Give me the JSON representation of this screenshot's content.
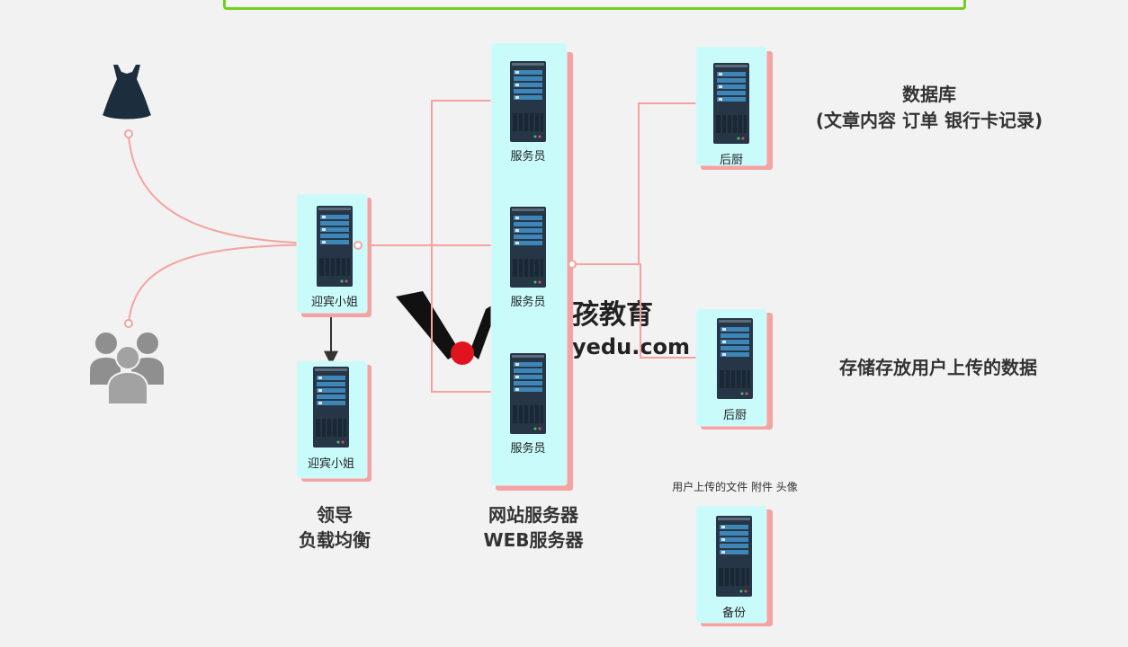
{
  "nodes": {
    "lb1": {
      "label": "迎宾小姐"
    },
    "lb2": {
      "label": "迎宾小姐"
    },
    "web1": {
      "label": "服务员"
    },
    "web2": {
      "label": "服务员"
    },
    "web3": {
      "label": "服务员"
    },
    "back1": {
      "label": "后厨"
    },
    "back2": {
      "label": "后厨"
    },
    "backup": {
      "label": "备份"
    }
  },
  "annotations": {
    "lb_caption_1": "领导",
    "lb_caption_2": "负载均衡",
    "web_caption_1": "网站服务器",
    "web_caption_2": "WEB服务器",
    "db_caption_1": "数据库",
    "db_caption_2": "(文章内容 订单 银行卡记录)",
    "storage_caption": "存储存放用户上传的数据",
    "upload_caption": "用户上传的文件 附件 头像"
  },
  "watermark": {
    "text_cn": "孩教育",
    "text_en": "yedu.com"
  },
  "colors": {
    "accent_line": "#f5a3a0",
    "card_fill": "#c9fbfb",
    "card_shadow": "#f4a3a3",
    "server_dark": "#263646",
    "server_bar": "#3e86b8",
    "top_bar": "#6fd11c",
    "watermark_red": "#e0141e"
  },
  "icons": [
    "dress-icon",
    "people-group-icon",
    "server-rack-icon"
  ]
}
